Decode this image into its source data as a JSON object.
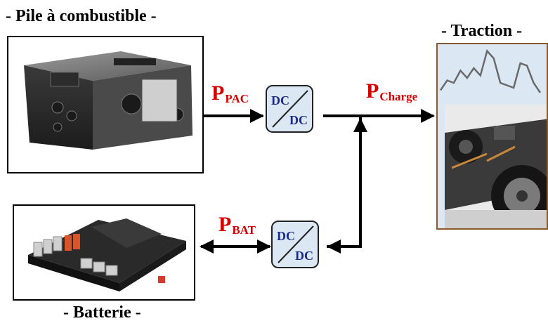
{
  "titles": {
    "fuel_cell": "- Pile à combustible -",
    "traction": "- Traction -",
    "battery": "- Batterie -"
  },
  "labels": {
    "p_pac": {
      "main": "P",
      "sub": "PAC"
    },
    "p_charge": {
      "main": "P",
      "sub": "Charge"
    },
    "p_bat": {
      "main": "P",
      "sub": "BAT"
    }
  },
  "converter": {
    "input": "DC",
    "output": "DC"
  },
  "colors": {
    "label_red": "#d40000",
    "converter_fill": "#dbe8f4",
    "dc_text": "#1c2a8a",
    "traction_border": "#8a5a2b",
    "traction_fill": "#dbe8f4"
  },
  "traction_profile": {
    "description_only": false,
    "values": [
      0.15,
      0.35,
      0.3,
      0.55,
      0.4,
      0.6,
      0.45,
      0.95,
      0.8,
      0.3,
      0.25,
      0.2,
      0.7,
      0.65,
      0.3,
      0.1
    ]
  }
}
